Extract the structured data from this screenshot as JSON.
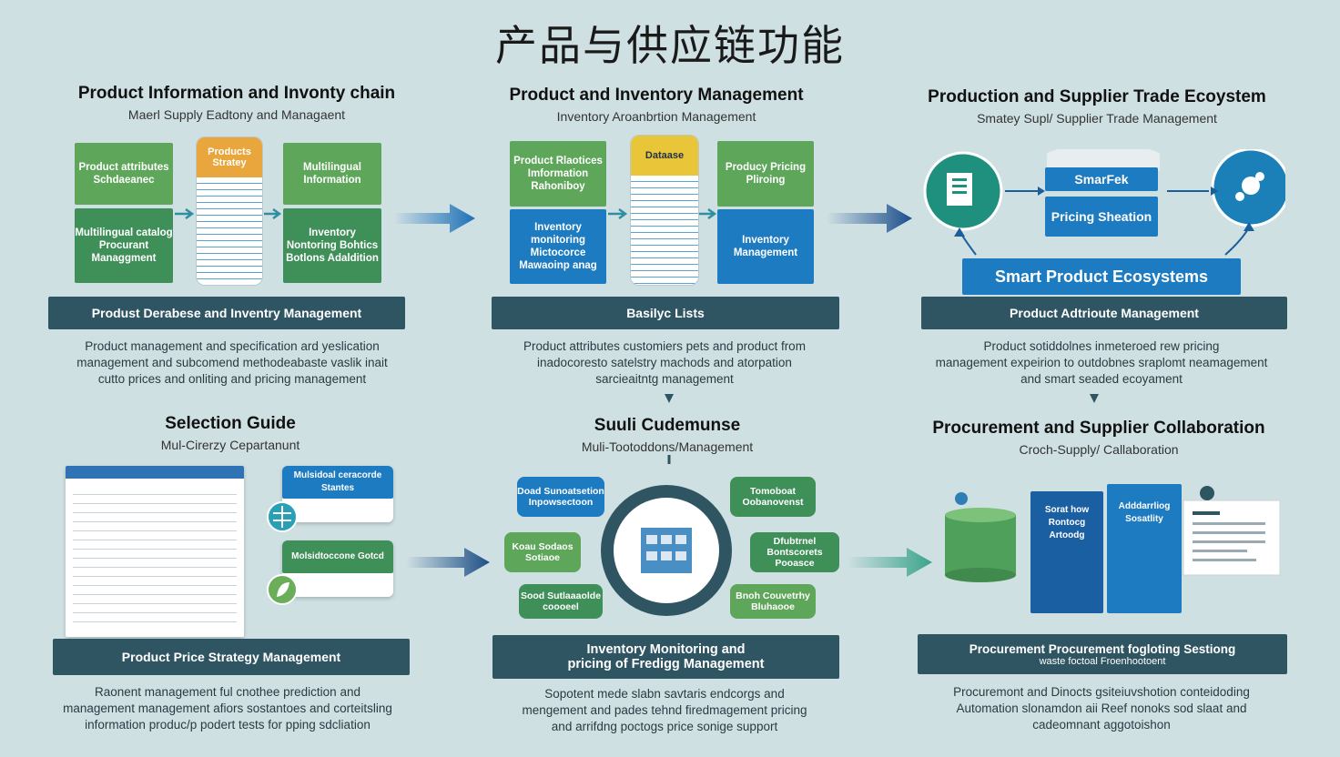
{
  "title": "产品与供应链功能",
  "p1": {
    "heading": "Product Information and Invonty chain",
    "subheading": "Maerl Supply Eadtony and Managaent",
    "box_a": "Product attributes Schdaeanec",
    "box_b": "Multilingual catalog Procurant Managgment",
    "cyl_cap": "Products Stratey",
    "box_c": "Multilingual Information",
    "box_d": "Inventory Nontoring Bohtics Botlons Adaldition",
    "bar": "Produst Derabese and Inventry Management",
    "desc": [
      "Product management and specification ard yeslication",
      "management and subcomend methodeabaste vaslik inait",
      "cutto prices and onliting and pricing management"
    ]
  },
  "p2": {
    "heading": "Product and Inventory Management",
    "subheading": "Inventory Aroanbrtion Management",
    "box_a": "Product Rlaotices Imformation Rahoniboy",
    "box_b": "Inventory monitoring Mictocorce Mawaoinp anag",
    "cyl_cap": "Dataase",
    "box_c": "Producy Pricing Pliroing",
    "box_d": "Inventory Management",
    "bar": "Basilyc Lists",
    "desc": [
      "Product attributes customiers pets and product from",
      "inadocoresto satelstry machods and atorpation",
      "sarcieaitntg management"
    ]
  },
  "p3": {
    "heading": "Production and Supplier Trade Ecoystem",
    "subheading": "Smatey Supl/ Supplier Trade Management",
    "chip_a": "SmarFek",
    "chip_b": "Pricing Sheation",
    "banner": "Smart Product Ecosystems",
    "bar": "Product Adtrioute Management",
    "desc": [
      "Product sotiddolnes inmeteroed rew pricing",
      "management expeirion to outdobnes sraplomt neamagement",
      "and smart seaded ecoyament"
    ]
  },
  "p4": {
    "heading": "Selection Guide",
    "subheading": "Mul-Cirerzy Cepartanunt",
    "card_a": "Mulsidoal ceracorde Stantes",
    "card_b": "Molsidtoccone Gotcd",
    "bar": "Product Price Strategy Management",
    "desc": [
      "Raonent management ful cnothee prediction and",
      "management management afiors sostantoes and corteitsling",
      "information produc/p podert tests for pping sdcliation"
    ]
  },
  "p5": {
    "heading": "Suuli Cudemunse",
    "subheading": "Muli-Tootoddons/Management",
    "pill_a": "Doad Sunoatsetion Inpowsectoon",
    "pill_b": "Tomoboat Oobanovenst",
    "pill_c": "Koau Sodaos Sotiaoe",
    "pill_d": "Dfubtrnel Bontscorets Pooasce",
    "pill_e": "Sood Sutlaaaolde coooeel",
    "pill_f": "Bnoh Couvetrhy Bluhaooe",
    "bar_line1": "Inventory Monitoring and",
    "bar_line2": "pricing of Fredigg Management",
    "desc": [
      "Sopotent mede slabn savtaris endcorgs and",
      "mengement and pades tehnd firedmagement pricing",
      "and arrifdng poctogs price sonige support"
    ]
  },
  "p6": {
    "heading": "Procurement and Supplier Collaboration",
    "subheading": "Croch-Supply/ Callaboration",
    "book_a": "Sorat how Rontocg Artoodg",
    "book_b": "Adddarrliog Sosatlity",
    "bar_line1": "Procurement Procurement fogloting Sestiong",
    "bar_line2": "waste foctoal Froenhootoent",
    "desc": [
      "Procuremont and Dinocts gsiteiuvshotion conteidoding",
      "Automation slonamdon aii Reef nonoks sod slaat and",
      "cadeomnant aggotoishon"
    ]
  }
}
